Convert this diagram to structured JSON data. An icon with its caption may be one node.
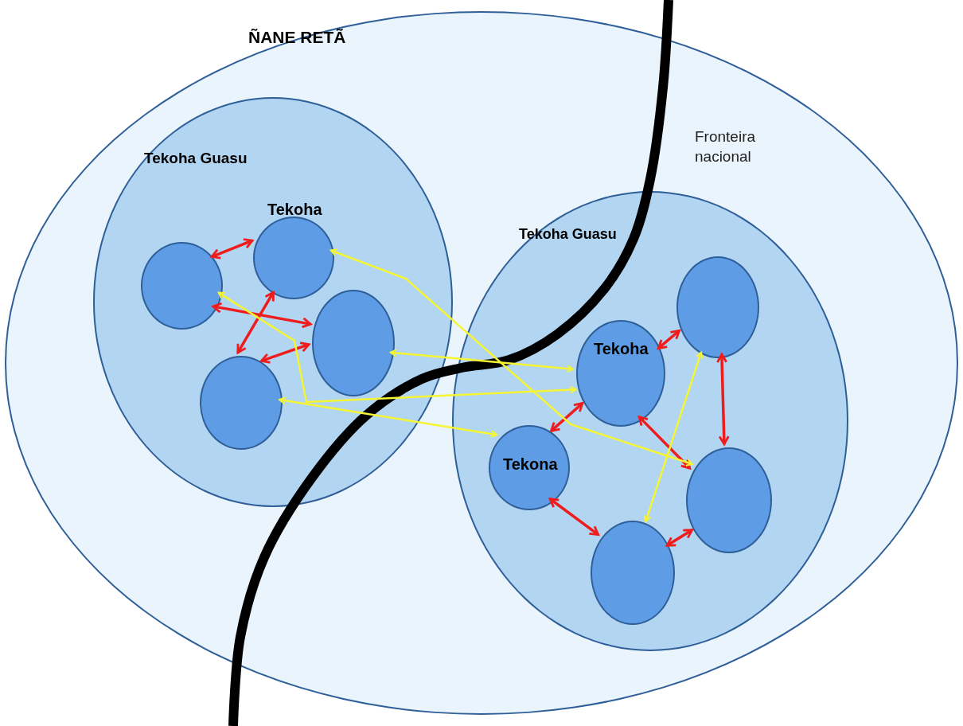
{
  "diagram": {
    "nodes": [
      {
        "text": [
          "ÑANE RETÃ"
        ]
      },
      {
        "text": [
          "Tekoha Guasu"
        ],
        "in": 0
      },
      {
        "text": [],
        "shape": "ellipse",
        "in": 1
      },
      {
        "text": [
          "Tekoha"
        ],
        "in": 1
      },
      {
        "text": [],
        "shape": "ellipse",
        "in": 1
      },
      {
        "text": [],
        "shape": "ellipse",
        "in": 1
      },
      {
        "text": [
          "Tekoha Guasu"
        ],
        "in": 0
      },
      {
        "text": [
          "Tekoha"
        ],
        "in": 6
      },
      {
        "text": [],
        "shape": "ellipse",
        "in": 6
      },
      {
        "text": [
          "Tekona"
        ],
        "in": 6
      },
      {
        "text": [],
        "shape": "ellipse",
        "in": 6
      },
      {
        "text": [],
        "shape": "ellipse",
        "in": 6
      }
    ],
    "edges": [
      {
        "from": 2,
        "to": 3,
        "arrow": "both"
      },
      {
        "from": 2,
        "to": 4,
        "arrow": "both"
      },
      {
        "from": 3,
        "to": 5,
        "arrow": "both"
      },
      {
        "from": 5,
        "to": 4,
        "arrow": "both"
      },
      {
        "from": 7,
        "to": 8,
        "arrow": "both"
      },
      {
        "from": 7,
        "to": 9,
        "arrow": "both"
      },
      {
        "from": 7,
        "to": 10,
        "arrow": "both"
      },
      {
        "from": 8,
        "to": 10,
        "arrow": "both"
      },
      {
        "from": 9,
        "to": 11,
        "arrow": "both"
      },
      {
        "from": 10,
        "to": 11,
        "arrow": "both"
      },
      {
        "from": 3,
        "to": 10,
        "arrow": "both",
        "color": "#f5f531"
      },
      {
        "from": 2,
        "to": 7,
        "arrow": "both",
        "color": "#f5f531"
      },
      {
        "from": 4,
        "to": 7,
        "arrow": "both",
        "color": "#f5f531"
      },
      {
        "from": 5,
        "to": 9,
        "arrow": "both",
        "color": "#f5f531"
      },
      {
        "from": 8,
        "to": 11,
        "arrow": "both",
        "color": "#f5f531"
      }
    ],
    "labels": [
      "Fronteira nacional"
    ]
  }
}
